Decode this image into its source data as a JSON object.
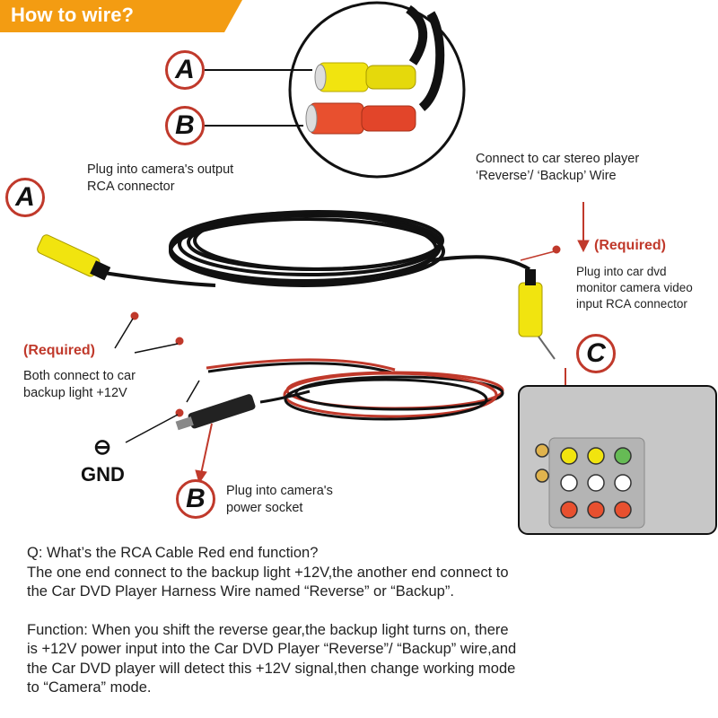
{
  "banner": {
    "title": "How to wire?",
    "color": "#f39c12"
  },
  "badges": {
    "a_top": "A",
    "b_top": "B",
    "a_left": "A",
    "b_bottom": "B",
    "c_right": "C"
  },
  "labels": {
    "camera_output": [
      "Plug into camera's output",
      "RCA connector"
    ],
    "stereo_player": [
      "Connect to car stereo player",
      "‘Reverse’/ ‘Backup’ Wire"
    ],
    "required_right": "(Required)",
    "dvd_monitor": [
      "Plug into car dvd",
      "monitor camera video",
      "input RCA connector"
    ],
    "required_left": "(Required)",
    "backup_light": [
      "Both connect to car",
      "backup light +12V"
    ],
    "gnd_symbol": "⊖",
    "gnd": "GND",
    "power_socket": [
      "Plug into camera's",
      "power socket"
    ]
  },
  "qa": {
    "question": "Q: What’s the RCA Cable Red end function?",
    "answer": [
      "The one end connect to the backup light +12V,the another end connect to",
      "the Car DVD Player Harness Wire named “Reverse” or “Backup”."
    ],
    "function_label": "Function:",
    "function_text": [
      " When you shift the reverse gear,the backup light turns on, there",
      "is +12V power input into the Car DVD Player “Reverse”/ “Backup” wire,and",
      "the Car DVD player will detect this +12V signal,then change working mode",
      "to “Camera” mode."
    ]
  },
  "colors": {
    "accent_red": "#c0392b",
    "rca_yellow": "#f1e40f",
    "rca_red": "#e8502f",
    "cable": "#111111"
  },
  "icons": [
    "rca-yellow-plug-icon",
    "rca-red-plug-icon",
    "dc-power-plug-icon",
    "dvd-panel-icon"
  ]
}
